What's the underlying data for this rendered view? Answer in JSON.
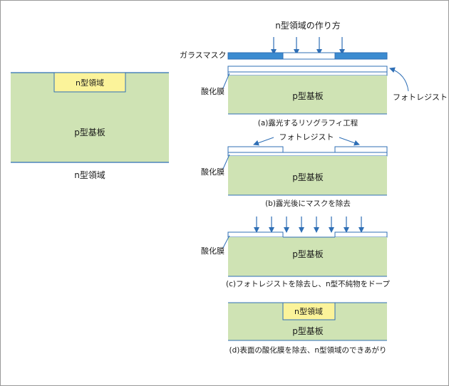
{
  "colors": {
    "substrate": "#cfe3b4",
    "n_region": "#fbf39a",
    "mask": "#3b8bd0",
    "outline": "#2f6fb6",
    "text": "#1a1a1a",
    "frame": "#999999"
  },
  "left": {
    "n_region": "n型領域",
    "substrate": "p型基板",
    "caption": "n型領域"
  },
  "right": {
    "title": "n型領域の作り方",
    "glass_mask": "ガラスマスク",
    "photoresist": "フォトレジスト",
    "oxide": "酸化膜",
    "substrate": "p型基板",
    "n_region": "n型領域",
    "captions": {
      "a": "(a)露光するリソグラフィ工程",
      "b": "(b)露光後にマスクを除去",
      "c": "(c)フォトレジストを除去し、n型不純物をドープ",
      "d": "(d)表面の酸化膜を除去、n型領域のできあがり"
    }
  }
}
